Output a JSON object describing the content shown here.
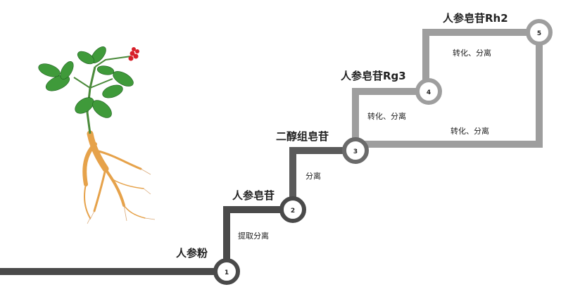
{
  "colors": {
    "dark_path": "#4a4a4a",
    "light_path": "#9e9e9e",
    "node_fill": "#ffffff",
    "text": "#222222"
  },
  "illustration": "ginseng-plant",
  "stages": [
    {
      "number": "1",
      "label": "人参粉"
    },
    {
      "number": "2",
      "label": "人参皂苷"
    },
    {
      "number": "3",
      "label": "二醇组皂苷"
    },
    {
      "number": "4",
      "label": "人参皂苷Rg3"
    },
    {
      "number": "5",
      "label": "人参皂苷Rh2"
    }
  ],
  "processes": {
    "step_1_2": "提取分离",
    "step_2_3": "分离",
    "step_3_4": "转化、分离",
    "step_3_5": "转化、分离",
    "step_4_5": "转化、分离"
  }
}
